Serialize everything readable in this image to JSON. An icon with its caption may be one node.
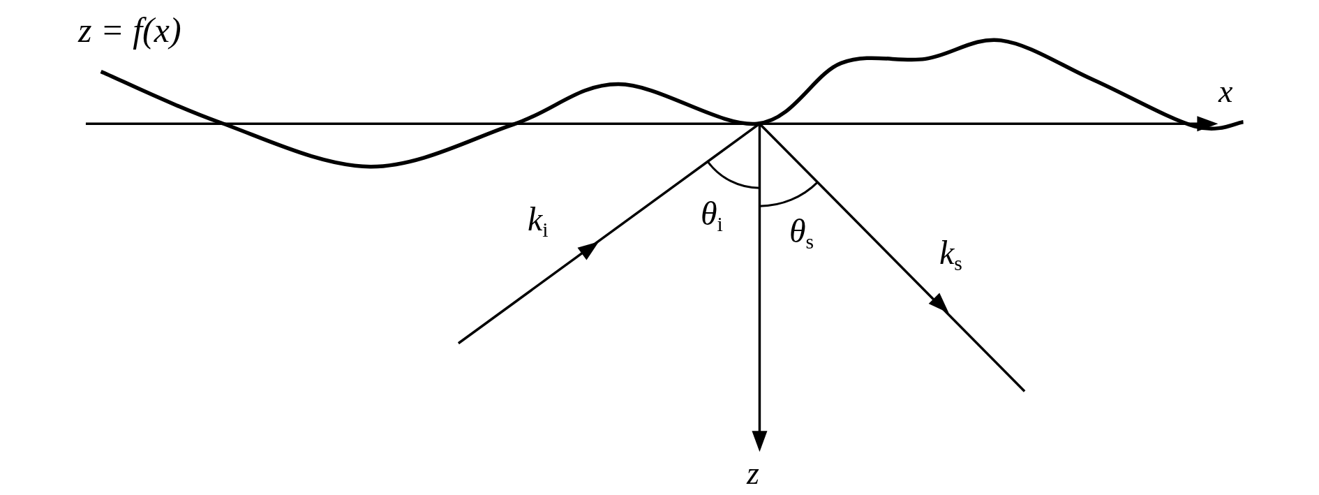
{
  "diagram": {
    "labels": [
      "z = f(x)",
      "x",
      "k$_{i}$",
      "θ$_{i}$",
      "θ$_{s}$",
      "k$_{s}$",
      "z"
    ]
  }
}
